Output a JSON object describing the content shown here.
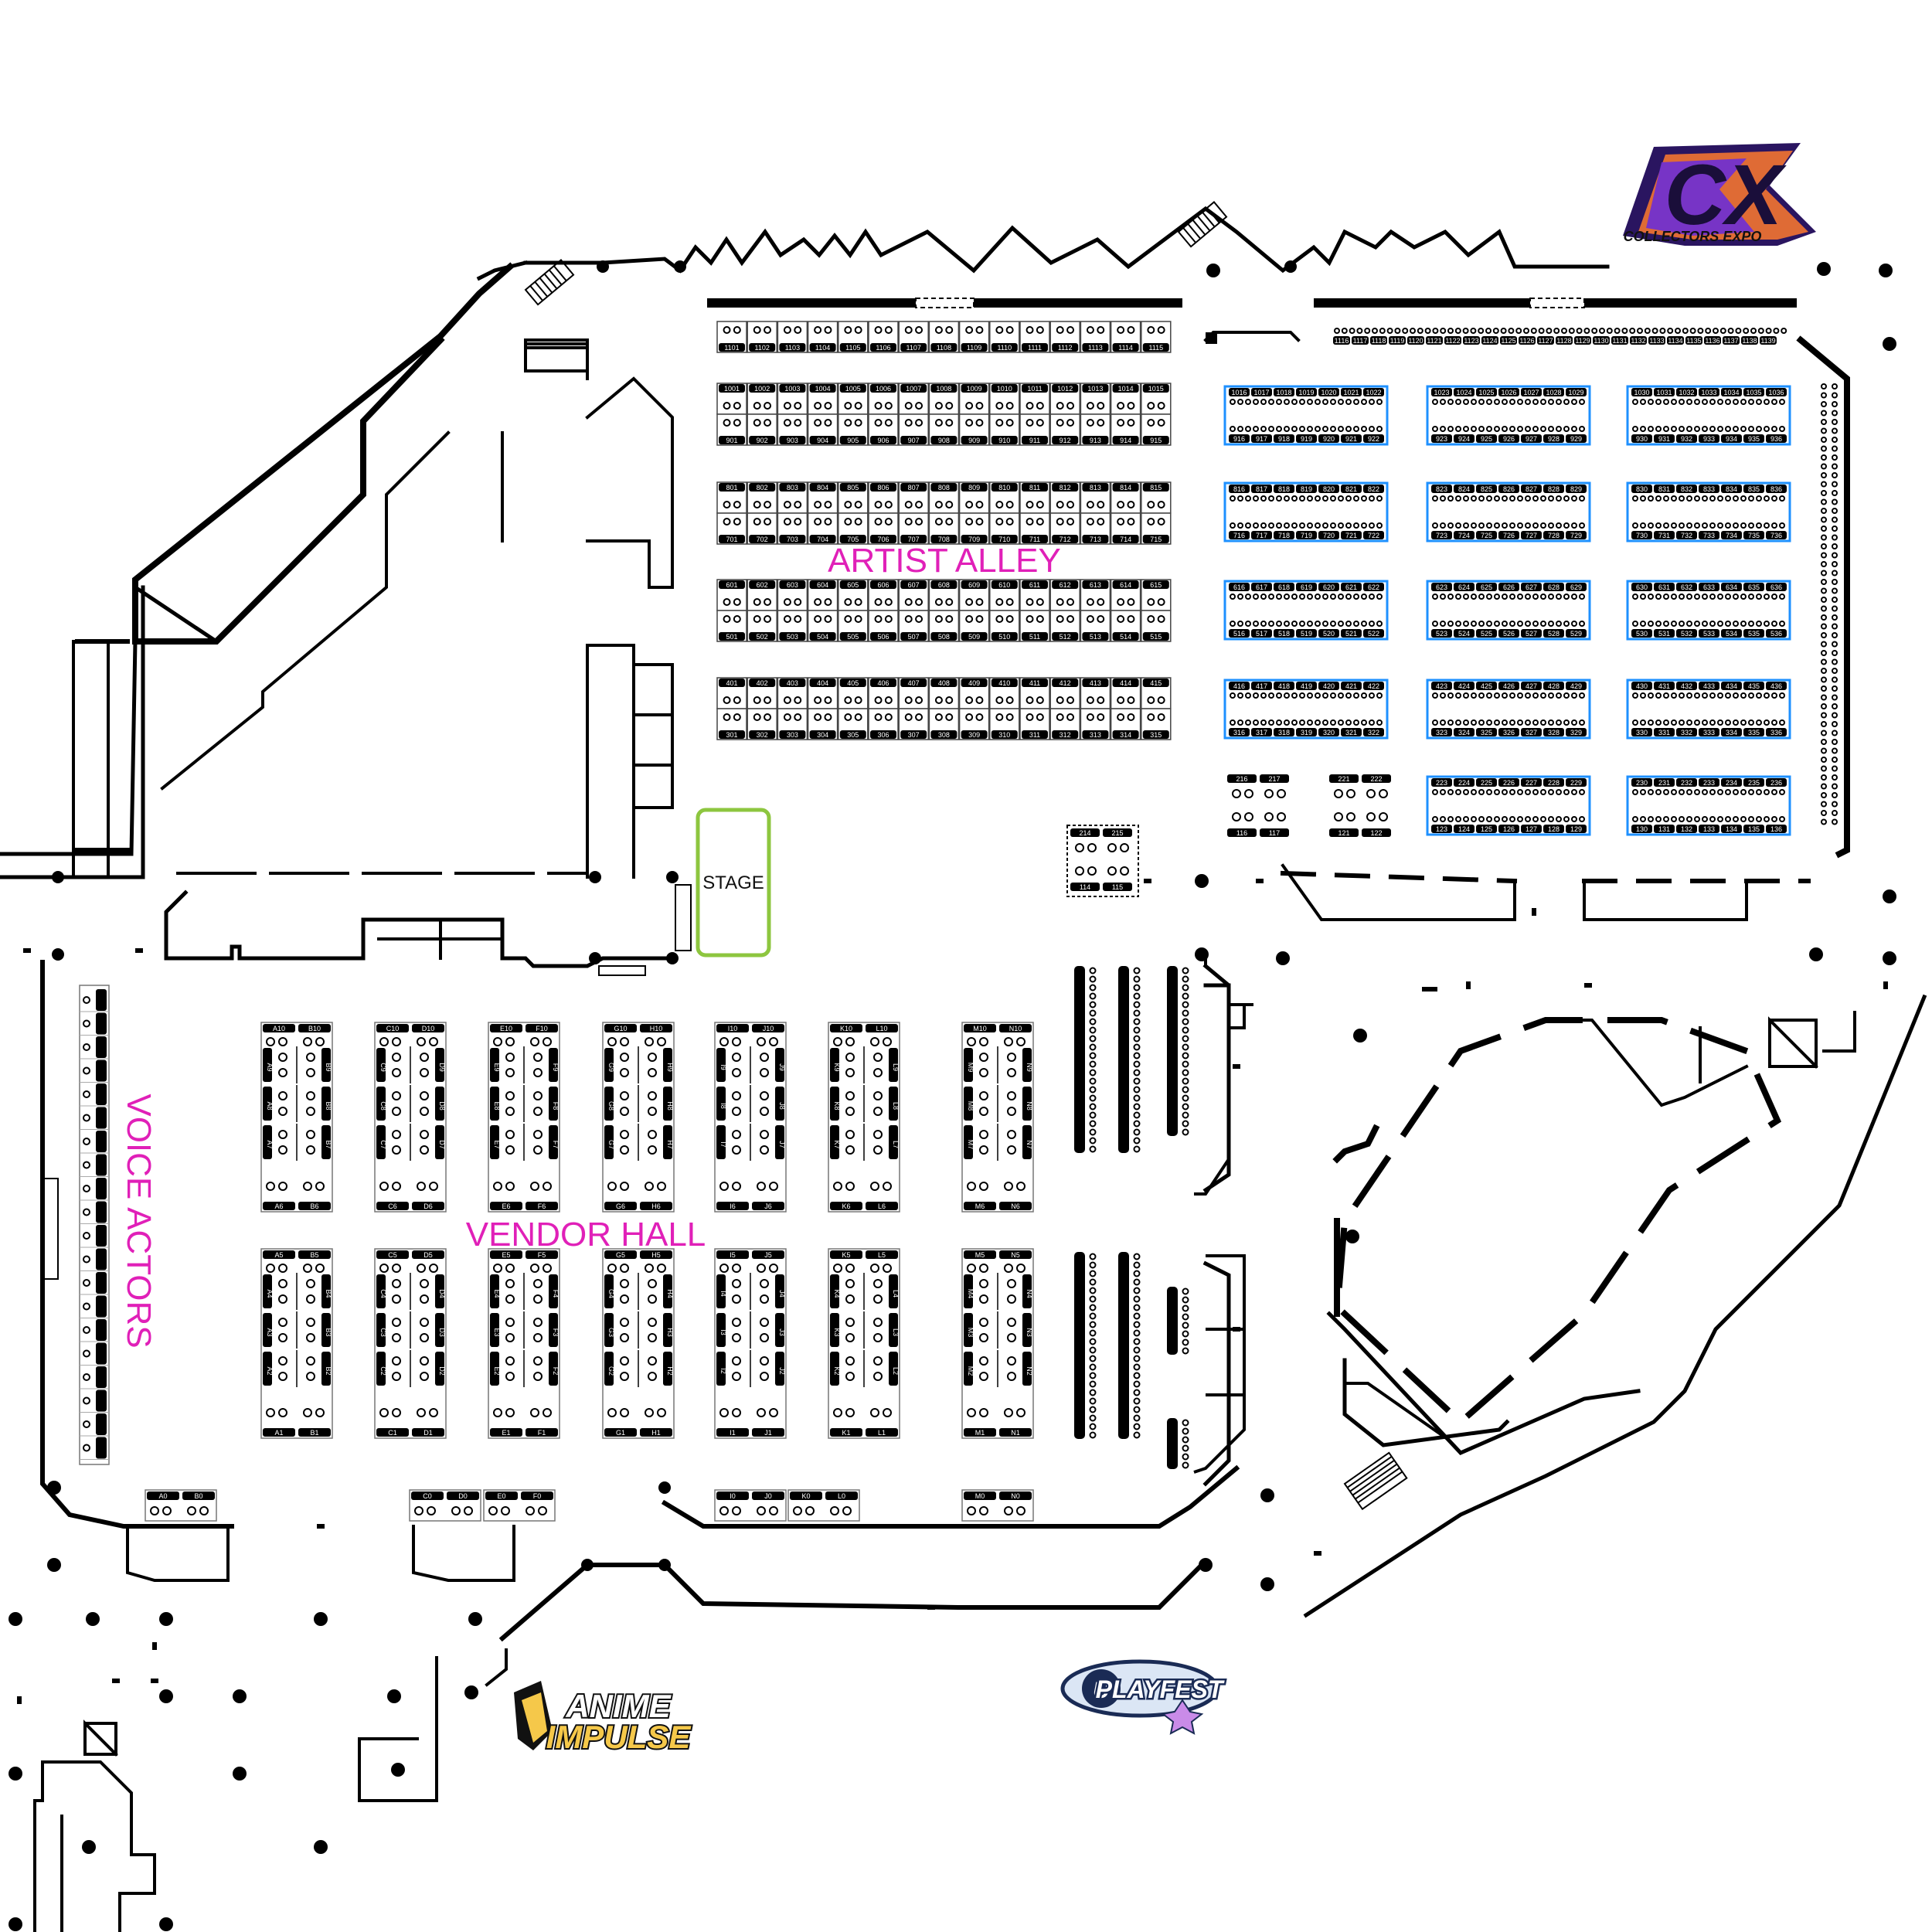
{
  "zones": {
    "artist_alley": "ARTIST ALLEY",
    "vendor_hall": "VENDOR HALL",
    "voice_actors": "VOICE ACTORS",
    "stage": "STAGE"
  },
  "logos": {
    "cx_mark": "CX",
    "cx_name": "COLLECTORS EXPO",
    "anime_impulse_1": "ANIME",
    "anime_impulse_2": "IMPULSE",
    "playfest": "PLAYFEST"
  },
  "colors": {
    "zone_label": "#e020b8",
    "stage_outline": "#8dc63f",
    "booth_outline_blue": "#1e90ff",
    "walls": "#000000"
  },
  "artist_alley": {
    "row_1100": [
      "1101",
      "1102",
      "1103",
      "1104",
      "1105",
      "1106",
      "1107",
      "1108",
      "1109",
      "1110",
      "1111",
      "1112",
      "1113",
      "1114",
      "1115"
    ],
    "row_1000": [
      "1001",
      "1002",
      "1003",
      "1004",
      "1005",
      "1006",
      "1007",
      "1008",
      "1009",
      "1010",
      "1011",
      "1012",
      "1013",
      "1014",
      "1015"
    ],
    "row_900": [
      "901",
      "902",
      "903",
      "904",
      "905",
      "906",
      "907",
      "908",
      "909",
      "910",
      "911",
      "912",
      "913",
      "914",
      "915"
    ],
    "row_800": [
      "801",
      "802",
      "803",
      "804",
      "805",
      "806",
      "807",
      "808",
      "809",
      "810",
      "811",
      "812",
      "813",
      "814",
      "815"
    ],
    "row_700": [
      "701",
      "702",
      "703",
      "704",
      "705",
      "706",
      "707",
      "708",
      "709",
      "710",
      "711",
      "712",
      "713",
      "714",
      "715"
    ],
    "row_600": [
      "601",
      "602",
      "603",
      "604",
      "605",
      "606",
      "607",
      "608",
      "609",
      "610",
      "611",
      "612",
      "613",
      "614",
      "615"
    ],
    "row_500": [
      "501",
      "502",
      "503",
      "504",
      "505",
      "506",
      "507",
      "508",
      "509",
      "510",
      "511",
      "512",
      "513",
      "514",
      "515"
    ],
    "row_400": [
      "401",
      "402",
      "403",
      "404",
      "405",
      "406",
      "407",
      "408",
      "409",
      "410",
      "411",
      "412",
      "413",
      "414",
      "415"
    ],
    "row_300": [
      "301",
      "302",
      "303",
      "304",
      "305",
      "306",
      "307",
      "308",
      "309",
      "310",
      "311",
      "312",
      "313",
      "314",
      "315"
    ]
  },
  "vendor_blocks": [
    {
      "top": "A10",
      "top2": "B10",
      "bottom": "A6",
      "bottom2": "B6",
      "left": [
        "A9",
        "A8",
        "A7"
      ],
      "right": [
        "B9",
        "B8",
        "B7"
      ]
    },
    {
      "top": "C10",
      "top2": "D10",
      "bottom": "C6",
      "bottom2": "D6",
      "left": [
        "C9",
        "C8",
        "C7"
      ],
      "right": [
        "D9",
        "D8",
        "D7"
      ]
    },
    {
      "top": "E10",
      "top2": "F10",
      "bottom": "E6",
      "bottom2": "F6",
      "left": [
        "E9",
        "E8",
        "E7"
      ],
      "right": [
        "F9",
        "F8",
        "F7"
      ]
    },
    {
      "top": "G10",
      "top2": "H10",
      "bottom": "G6",
      "bottom2": "H6",
      "left": [
        "G9",
        "G8",
        "G7"
      ],
      "right": [
        "H9",
        "H8",
        "H7"
      ]
    },
    {
      "top": "I10",
      "top2": "J10",
      "bottom": "I6",
      "bottom2": "J6",
      "left": [
        "I9",
        "I8",
        "I7"
      ],
      "right": [
        "J9",
        "J8",
        "J7"
      ]
    },
    {
      "top": "K10",
      "top2": "L10",
      "bottom": "K6",
      "bottom2": "L6",
      "left": [
        "K9",
        "K8",
        "K7"
      ],
      "right": [
        "L9",
        "L8",
        "L7"
      ]
    },
    {
      "top": "M10",
      "top2": "N10",
      "bottom": "M6",
      "bottom2": "N6",
      "left": [
        "M9",
        "M8",
        "M7"
      ],
      "right": [
        "N9",
        "N8",
        "N7"
      ]
    }
  ],
  "vendor_blocks_lower": [
    {
      "top": "A5",
      "top2": "B5",
      "bottom": "A1",
      "bottom2": "B1",
      "left": [
        "A4",
        "A3",
        "A2"
      ],
      "right": [
        "B4",
        "B3",
        "B2"
      ]
    },
    {
      "top": "C5",
      "top2": "D5",
      "bottom": "C1",
      "bottom2": "D1",
      "left": [
        "C4",
        "C3",
        "C2"
      ],
      "right": [
        "D4",
        "D3",
        "D2"
      ]
    },
    {
      "top": "E5",
      "top2": "F5",
      "bottom": "E1",
      "bottom2": "F1",
      "left": [
        "E4",
        "E3",
        "E2"
      ],
      "right": [
        "F4",
        "F3",
        "F2"
      ]
    },
    {
      "top": "G5",
      "top2": "H5",
      "bottom": "G1",
      "bottom2": "H1",
      "left": [
        "G4",
        "G3",
        "G2"
      ],
      "right": [
        "H4",
        "H3",
        "H2"
      ]
    },
    {
      "top": "I5",
      "top2": "J5",
      "bottom": "I1",
      "bottom2": "J1",
      "left": [
        "I4",
        "I3",
        "I2"
      ],
      "right": [
        "J4",
        "J3",
        "J2"
      ]
    },
    {
      "top": "K5",
      "top2": "L5",
      "bottom": "K1",
      "bottom2": "L1",
      "left": [
        "K4",
        "K3",
        "K2"
      ],
      "right": [
        "L4",
        "L3",
        "L2"
      ]
    },
    {
      "top": "M5",
      "top2": "N5",
      "bottom": "M1",
      "bottom2": "N1",
      "left": [
        "M4",
        "M3",
        "M2"
      ],
      "right": [
        "N4",
        "N3",
        "N2"
      ]
    }
  ],
  "bottom_booths": [
    "A0",
    "B0",
    "C0",
    "D0",
    "E0",
    "F0",
    "I0",
    "J0",
    "K0",
    "L0",
    "M0",
    "N0"
  ],
  "small_booths": [
    "216",
    "217",
    "116",
    "117",
    "221",
    "222",
    "121",
    "122",
    "214",
    "215",
    "114",
    "115"
  ]
}
